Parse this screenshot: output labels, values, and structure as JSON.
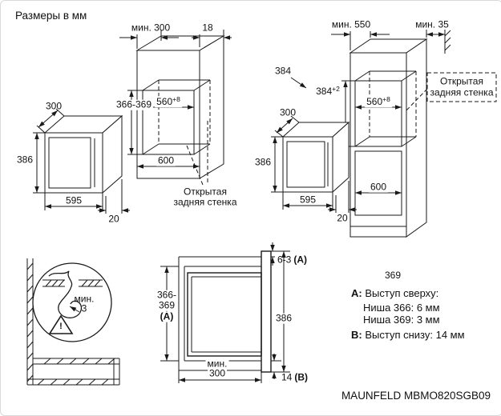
{
  "header": {
    "title": "Размеры в мм"
  },
  "footer": {
    "model": "MAUNFELD MBMO820SGB09"
  },
  "iso_left": {
    "depth": "300",
    "height": "386",
    "width": "595",
    "frame": "20"
  },
  "iso_right": {
    "depth": "300",
    "height": "386",
    "width": "595",
    "frame": "20"
  },
  "niche": {
    "min_depth": "мин. 300",
    "front_gap": "18",
    "opening_height": "366-369",
    "inner_width": "560",
    "inner_width_tol": "+8",
    "outer_width": "600",
    "note": [
      "Открытая",
      "задняя стенка"
    ]
  },
  "column": {
    "min_depth": "мин. 550",
    "rear_gap": "мин. 35",
    "variant": "384",
    "opening_height": "384",
    "opening_height_tol": "+2",
    "inner_width": "560",
    "inner_width_tol": "+8",
    "depth": "600",
    "note": [
      "Открытая",
      "задняя стенка"
    ]
  },
  "cable": {
    "min_label": "мин.",
    "min_value": "3",
    "warning": "!"
  },
  "section": {
    "top_protrusion": "6-3",
    "top_ref": "(A)",
    "height_1": "366-",
    "height_2": "369",
    "height_ref": "(A)",
    "front_height": "386",
    "min_depth_label": "мин.",
    "min_depth_value": "300",
    "bottom_protrusion": "14",
    "bottom_ref": "(B)"
  },
  "notes": {
    "variant": "369",
    "a_key": "A:",
    "a_title": "Выступ сверху:",
    "a_line1": "Ниша 366: 6 мм",
    "a_line2": "Ниша 369: 3 мм",
    "b_key": "B:",
    "b_title": "Выступ снизу: 14 мм"
  }
}
